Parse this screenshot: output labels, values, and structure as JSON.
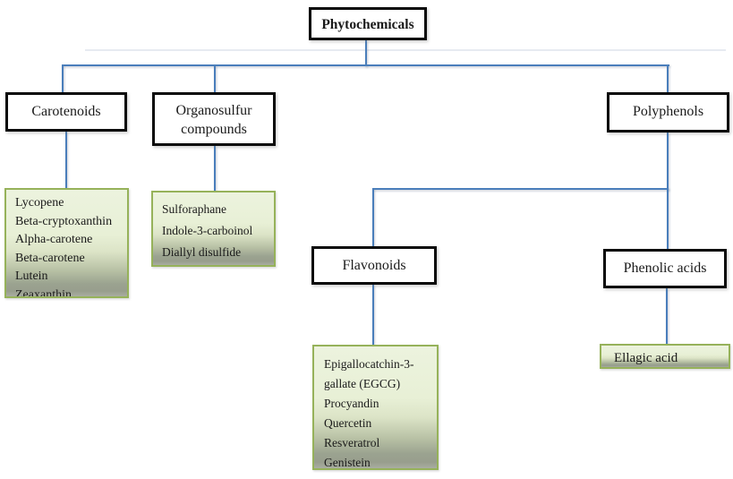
{
  "nodes": {
    "root": {
      "label": "Phytochemicals"
    },
    "carotenoids": {
      "label": "Carotenoids"
    },
    "organosulfur": {
      "label": "Organosulfur compounds"
    },
    "polyphenols": {
      "label": "Polyphenols"
    },
    "flavonoids": {
      "label": "Flavonoids"
    },
    "phenolic_acids": {
      "label": "Phenolic acids"
    }
  },
  "lists": {
    "carotenoids": {
      "items": [
        "Lycopene",
        "Beta-cryptoxanthin",
        "Alpha-carotene",
        "Beta-carotene",
        "Lutein",
        "Zeaxanthin"
      ]
    },
    "organosulfur": {
      "items": [
        "Sulforaphane",
        "Indole-3-carboinol",
        "Diallyl disulfide"
      ]
    },
    "flavonoids": {
      "items": [
        "Epigallocatchin-3-gallate (EGCG)",
        "Procyandin",
        "Quercetin",
        "Resveratrol",
        "Genistein"
      ]
    },
    "phenolic_acids": {
      "items": [
        "Ellagic acid"
      ]
    }
  },
  "colors": {
    "connector": "#4a7ebb",
    "header_border": "#000000",
    "list_border": "#96b25a",
    "list_fill_top": "#ecf3de",
    "list_fill_bottom": "#9aa08e",
    "background": "#ffffff"
  }
}
